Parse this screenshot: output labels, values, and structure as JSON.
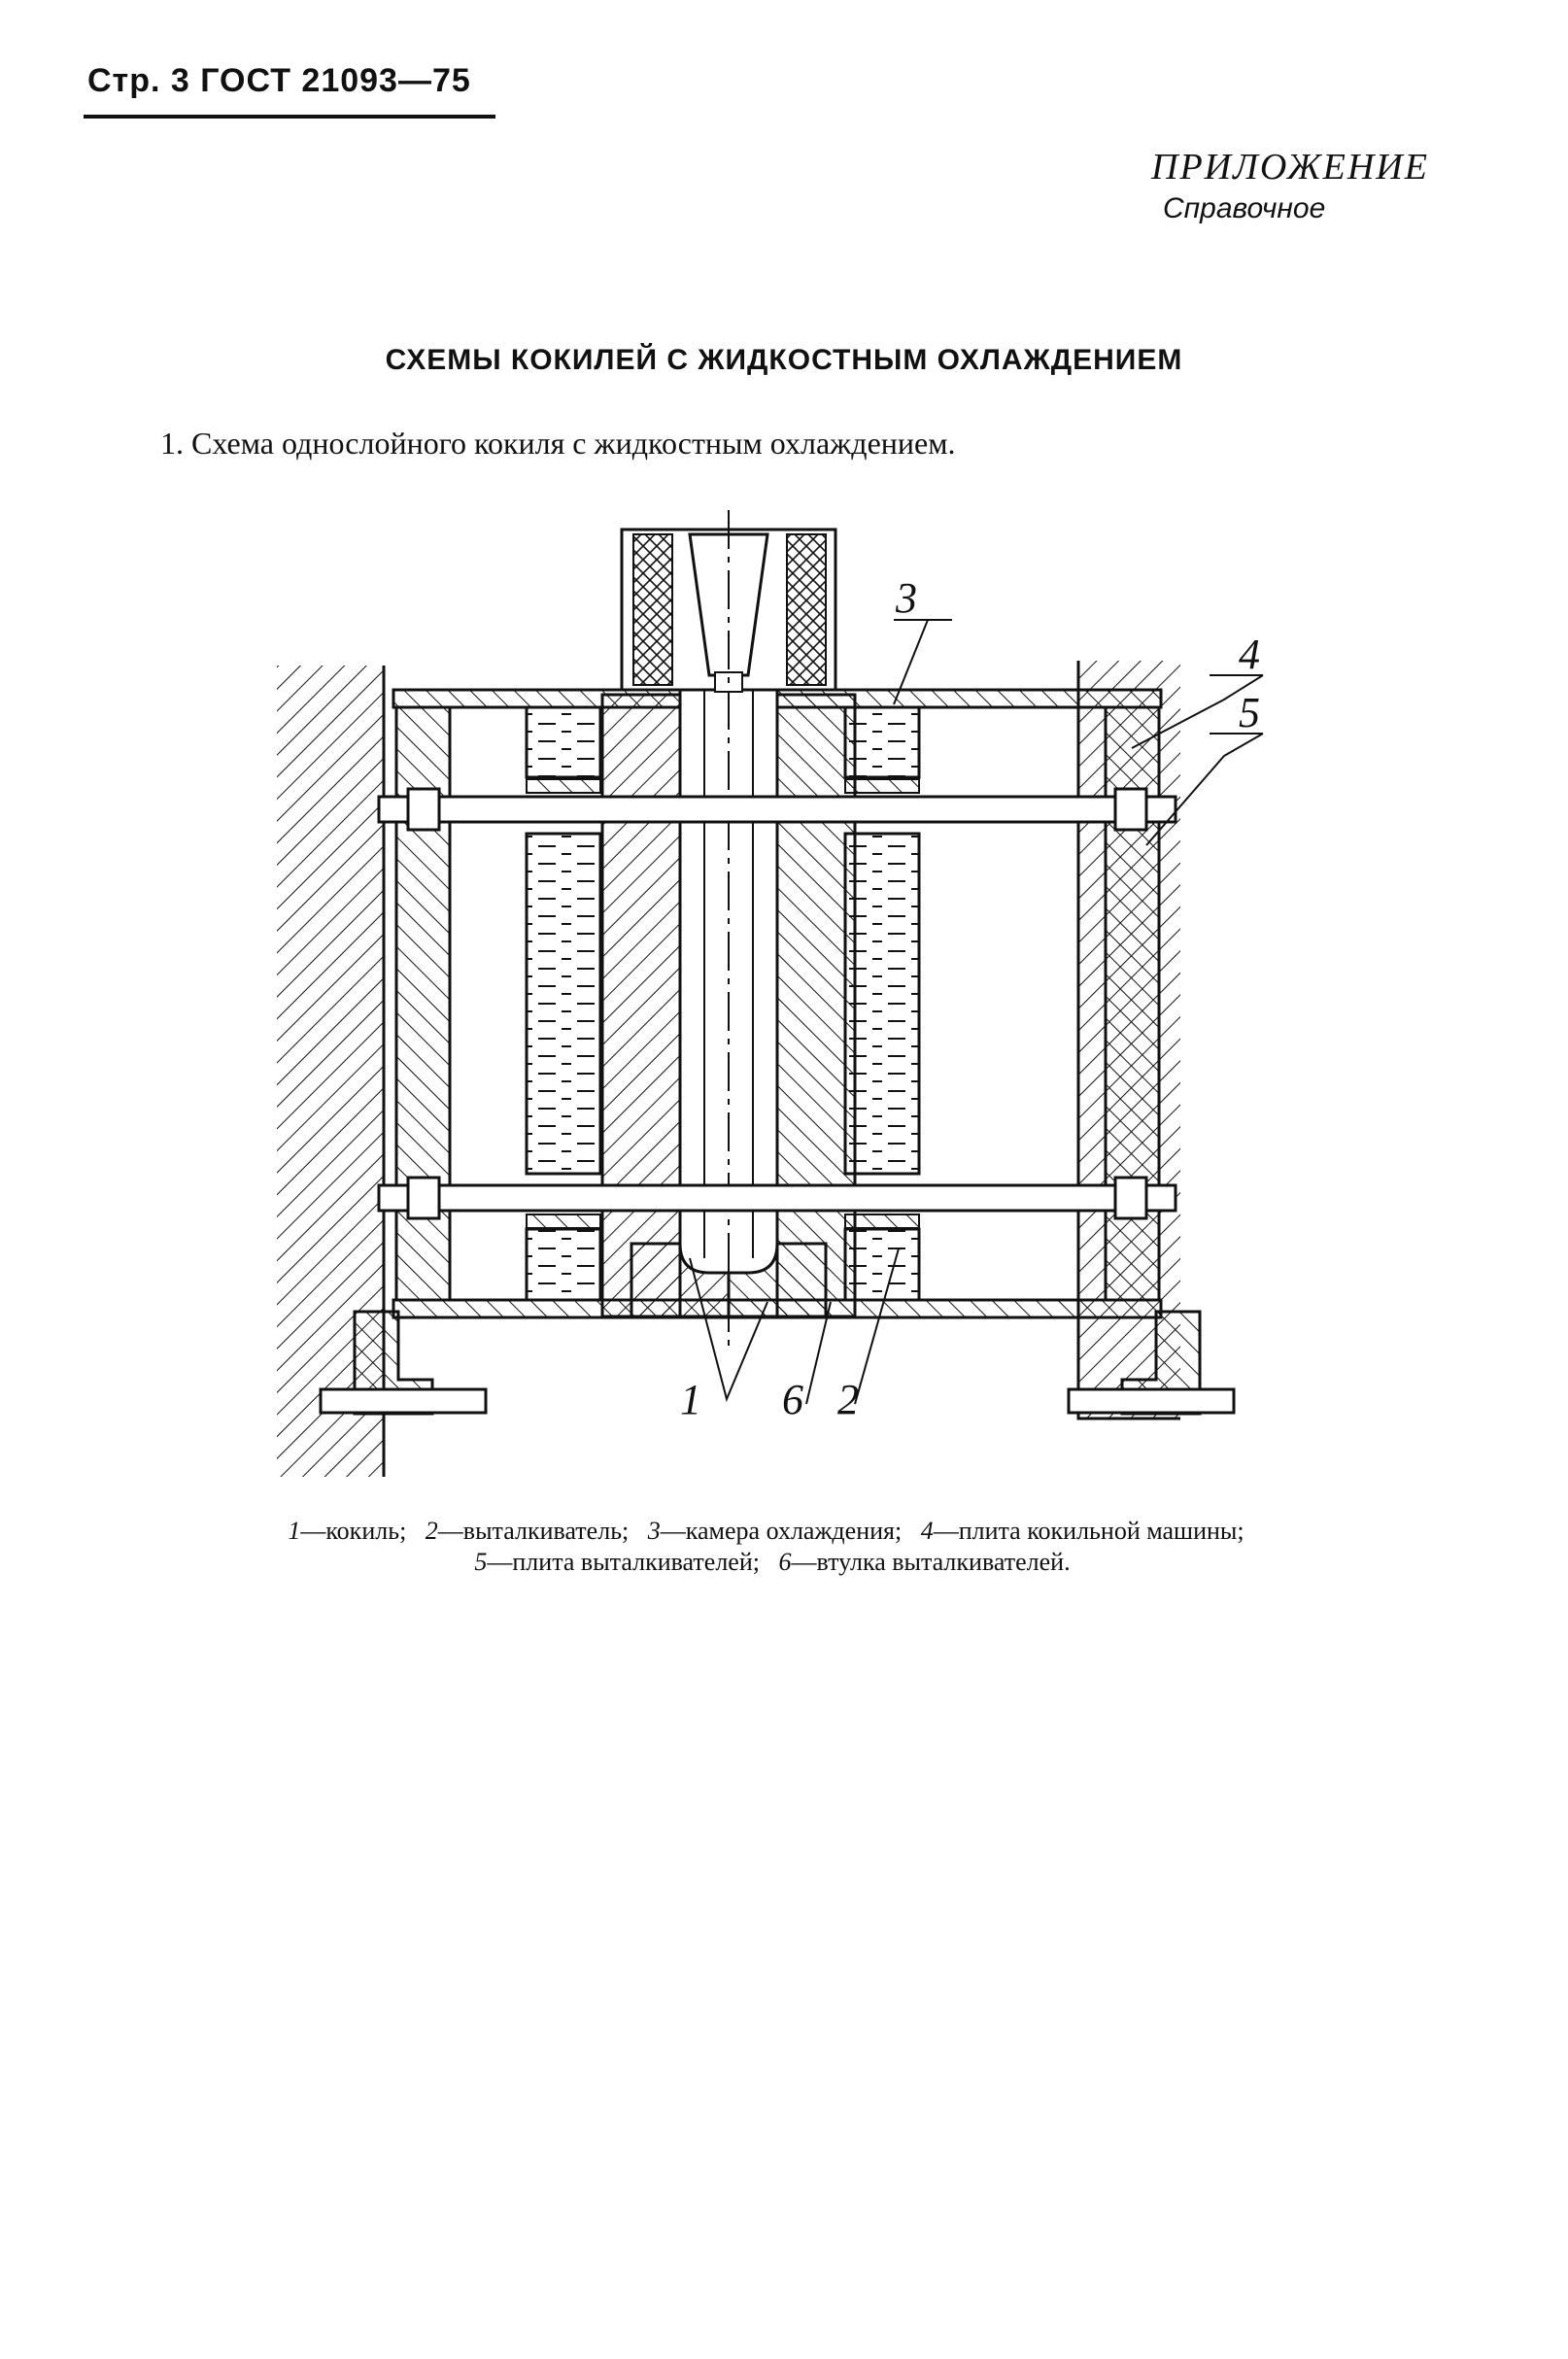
{
  "header": {
    "page_ref": "Стр. 3 ГОСТ 21093—75"
  },
  "appendix": {
    "title": "ПРИЛОЖЕНИЕ",
    "subtitle": "Справочное"
  },
  "section": {
    "title": "СХЕМЫ КОКИЛЕЙ С ЖИДКОСТНЫМ ОХЛАЖДЕНИЕМ",
    "item_1": "1. Схема однослойного кокиля с жидкостным охлаждением."
  },
  "figure": {
    "callouts": [
      "1",
      "2",
      "3",
      "4",
      "5",
      "6"
    ],
    "legend": [
      {
        "num": "1",
        "text": "—кокиль;"
      },
      {
        "num": "2",
        "text": "—выталкиватель;"
      },
      {
        "num": "3",
        "text": "—камера охлаждения;"
      },
      {
        "num": "4",
        "text": "—плита кокильной машины;"
      },
      {
        "num": "5",
        "text": "—плита выталкивателей;"
      },
      {
        "num": "6",
        "text": "—втулка выталкивателей."
      }
    ]
  }
}
